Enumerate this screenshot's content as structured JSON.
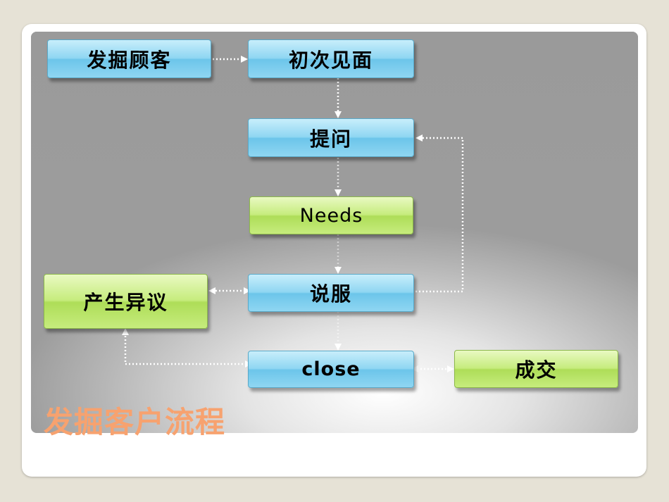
{
  "nodes": {
    "discover": "发掘顾客",
    "first_meet": "初次见面",
    "ask": "提问",
    "needs": "Needs",
    "persuade": "说服",
    "objection": "产生异议",
    "close": "close",
    "deal": "成交"
  },
  "title": "发掘客户流程",
  "colors": {
    "blue_box": "#8fd6f2",
    "green_box": "#c6ec7d",
    "title": "#f7a26f",
    "connector": "#ffffff"
  }
}
